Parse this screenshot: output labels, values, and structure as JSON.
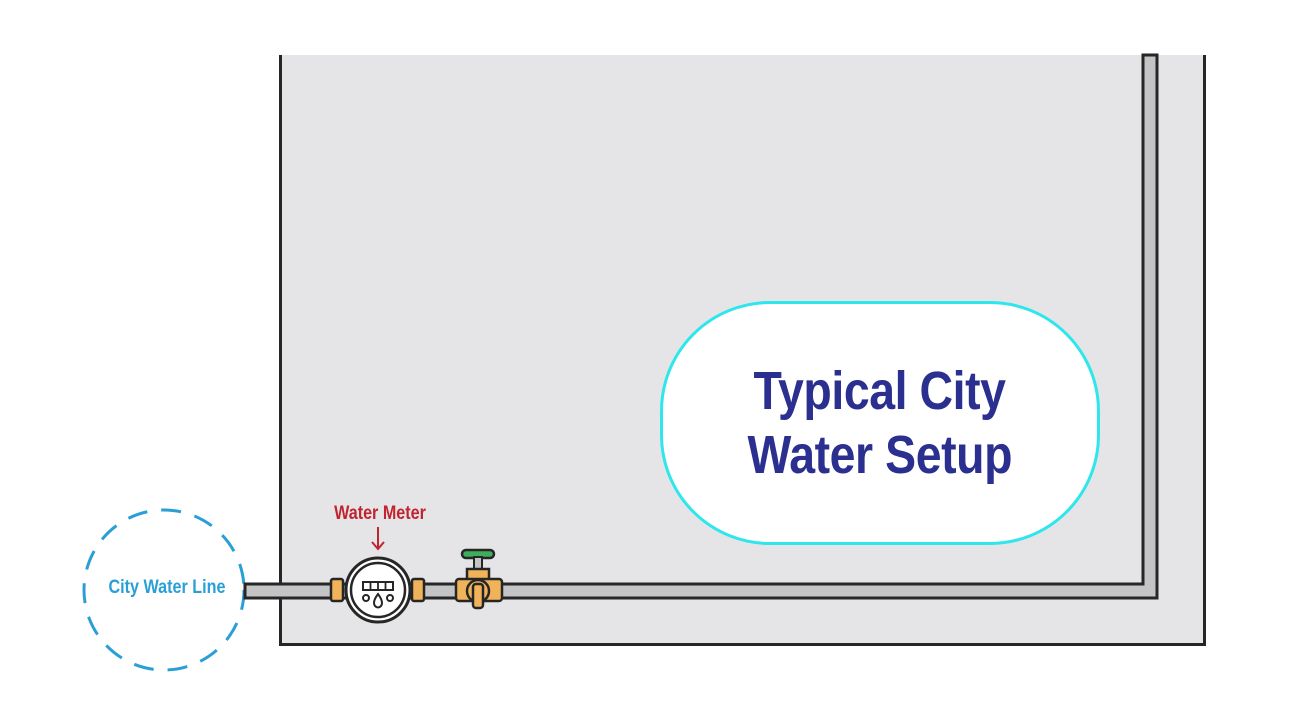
{
  "diagram": {
    "title": {
      "line1": "Typical City",
      "line2": "Water Setup"
    },
    "labels": {
      "city_water_line": "City Water Line",
      "water_meter": "Water Meter"
    },
    "components": [
      "city-water-line",
      "water-meter",
      "shutoff-valve",
      "house-supply-pipe"
    ],
    "colors": {
      "house_fill": "#e5e5e7",
      "outline": "#262626",
      "pipe_fill": "#c4c4c6",
      "brass": "#f0b35a",
      "valve_handle": "#3cae5c",
      "title_text": "#2b2f8f",
      "title_border": "#2ee6ec",
      "city_line_blue": "#2a9fd6",
      "meter_label_red": "#c0242f"
    }
  }
}
